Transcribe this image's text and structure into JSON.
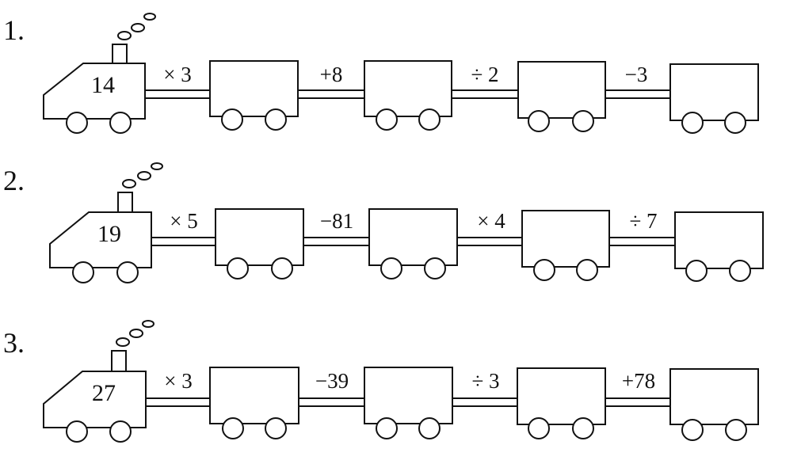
{
  "trains": [
    {
      "label": "1.",
      "start": "14",
      "ops": [
        "× 3",
        "+8",
        "÷ 2",
        "−3"
      ]
    },
    {
      "label": "2.",
      "start": "19",
      "ops": [
        "× 5",
        "−81",
        "× 4",
        "÷ 7"
      ]
    },
    {
      "label": "3.",
      "start": "27",
      "ops": [
        "× 3",
        "−39",
        "÷ 3",
        "+78"
      ]
    }
  ]
}
